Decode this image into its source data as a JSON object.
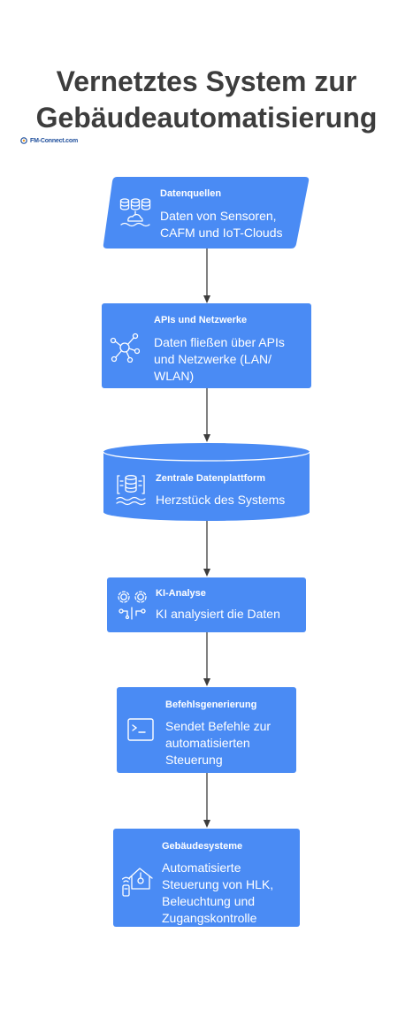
{
  "title_line1": "Vernetztes System zur",
  "title_line2": "Gebäudeautomatisierung",
  "logo_text": "FM-Connect.com",
  "accent_color": "#4a8bf4",
  "nodes": [
    {
      "title": "Datenquellen",
      "desc": [
        "Daten von Sensoren,",
        "CAFM und IoT-Clouds"
      ],
      "icon": "database-cloud-icon",
      "shape": "parallelogram"
    },
    {
      "title": "APIs und Netzwerke",
      "desc": [
        "Daten fließen über APIs",
        "und Netzwerke (LAN/",
        "WLAN)"
      ],
      "icon": "network-hub-icon",
      "shape": "rectangle"
    },
    {
      "title": "Zentrale Datenplattform",
      "desc": [
        "Herzstück des Systems"
      ],
      "icon": "database-icon",
      "shape": "cylinder"
    },
    {
      "title": "KI-Analyse",
      "desc": [
        "KI analysiert die Daten"
      ],
      "icon": "gears-circuit-icon",
      "shape": "rectangle"
    },
    {
      "title": "Befehlsgenerierung",
      "desc": [
        "Sendet Befehle zur",
        "automatisierten",
        "Steuerung"
      ],
      "icon": "terminal-icon",
      "shape": "rectangle"
    },
    {
      "title": "Gebäudesysteme",
      "desc": [
        "Automatisierte",
        "Steuerung von HLK,",
        "Beleuchtung und",
        "Zugangskontrolle"
      ],
      "icon": "smart-home-icon",
      "shape": "rectangle"
    }
  ]
}
